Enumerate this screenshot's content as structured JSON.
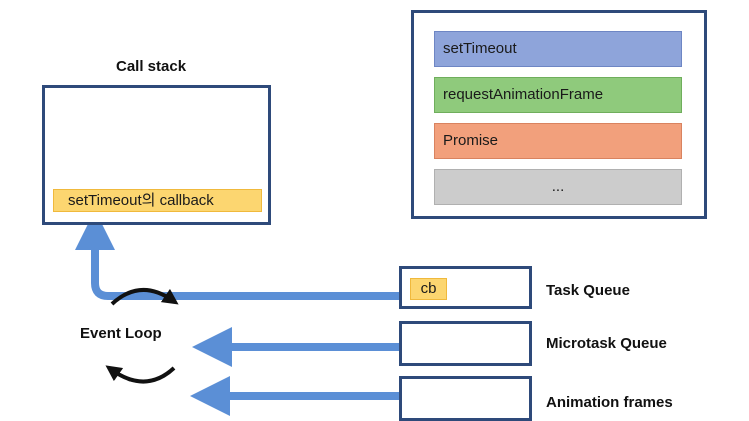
{
  "call_stack": {
    "title": "Call stack",
    "item": "setTimeout의 callback"
  },
  "web_apis": {
    "items": [
      {
        "label": "setTimeout",
        "color": "#8ea4da",
        "border": "#6e86c4"
      },
      {
        "label": "requestAnimationFrame",
        "color": "#8fca7c",
        "border": "#6fae5c"
      },
      {
        "label": "Promise",
        "color": "#f2a07c",
        "border": "#d98360"
      },
      {
        "label": "...",
        "color": "#cccccc",
        "border": "#b0b0b0"
      }
    ]
  },
  "event_loop": {
    "label": "Event Loop"
  },
  "queues": [
    {
      "label": "Task Queue",
      "item": "cb"
    },
    {
      "label": "Microtask Queue",
      "item": ""
    },
    {
      "label": "Animation frames",
      "item": ""
    }
  ],
  "colors": {
    "frame": "#2e4a7a",
    "arrow": "#5b8fd6",
    "chip": "#fcd670"
  }
}
